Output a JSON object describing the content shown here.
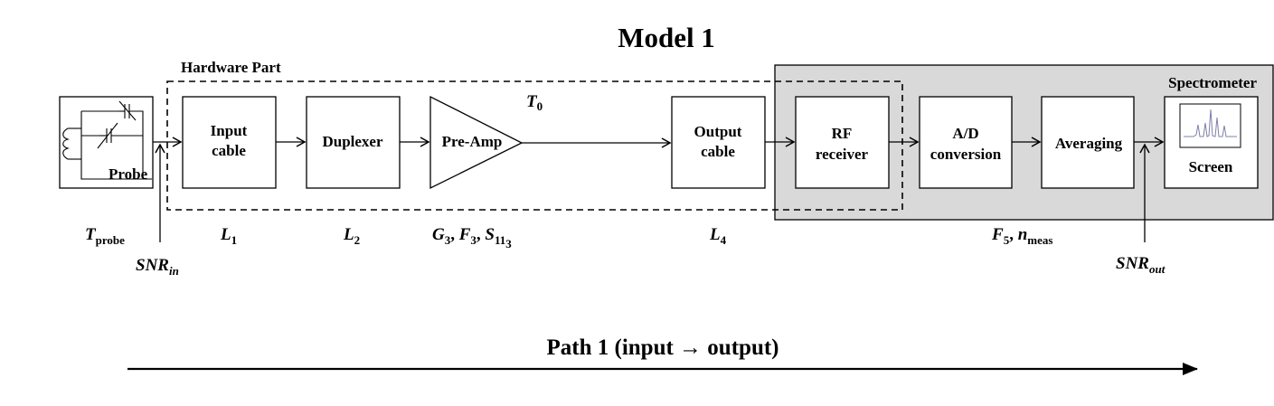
{
  "title": "Model 1",
  "hardware_label": "Hardware Part",
  "spectrometer_label": "Spectrometer",
  "probe_label": "Probe",
  "blocks": {
    "input_cable": [
      "Input",
      "cable"
    ],
    "duplexer": "Duplexer",
    "preamp": "Pre-Amp",
    "output_cable": [
      "Output",
      "cable"
    ],
    "rf_receiver": [
      "RF",
      "receiver"
    ],
    "ad_conversion": [
      "A/D",
      "conversion"
    ],
    "averaging": "Averaging",
    "screen": "Screen"
  },
  "params": {
    "t0": {
      "main": "T",
      "sub": "0"
    },
    "t_probe": {
      "main": "T",
      "sub": "probe"
    },
    "l1": {
      "main": "L",
      "sub": "1"
    },
    "l2": {
      "main": "L",
      "sub": "2"
    },
    "preamp_params": {
      "g": "G",
      "g_sub": "3",
      "f": "F",
      "f_sub": "3",
      "s": "S",
      "s_sub": "11",
      "s_subsub": "3"
    },
    "l4": {
      "main": "L",
      "sub": "4"
    },
    "f5_nmeas": {
      "f": "F",
      "f_sub": "5",
      "n": "n",
      "n_sub": "meas"
    },
    "snr_in": {
      "main": "SNR",
      "sub": "in"
    },
    "snr_out": {
      "main": "SNR",
      "sub": "out"
    }
  },
  "path_label": "Path 1 (input → output)",
  "colors": {
    "spectrometer_fill": "#d9d9d9",
    "line": "#000000",
    "spectrum": "#7f7fa8"
  }
}
